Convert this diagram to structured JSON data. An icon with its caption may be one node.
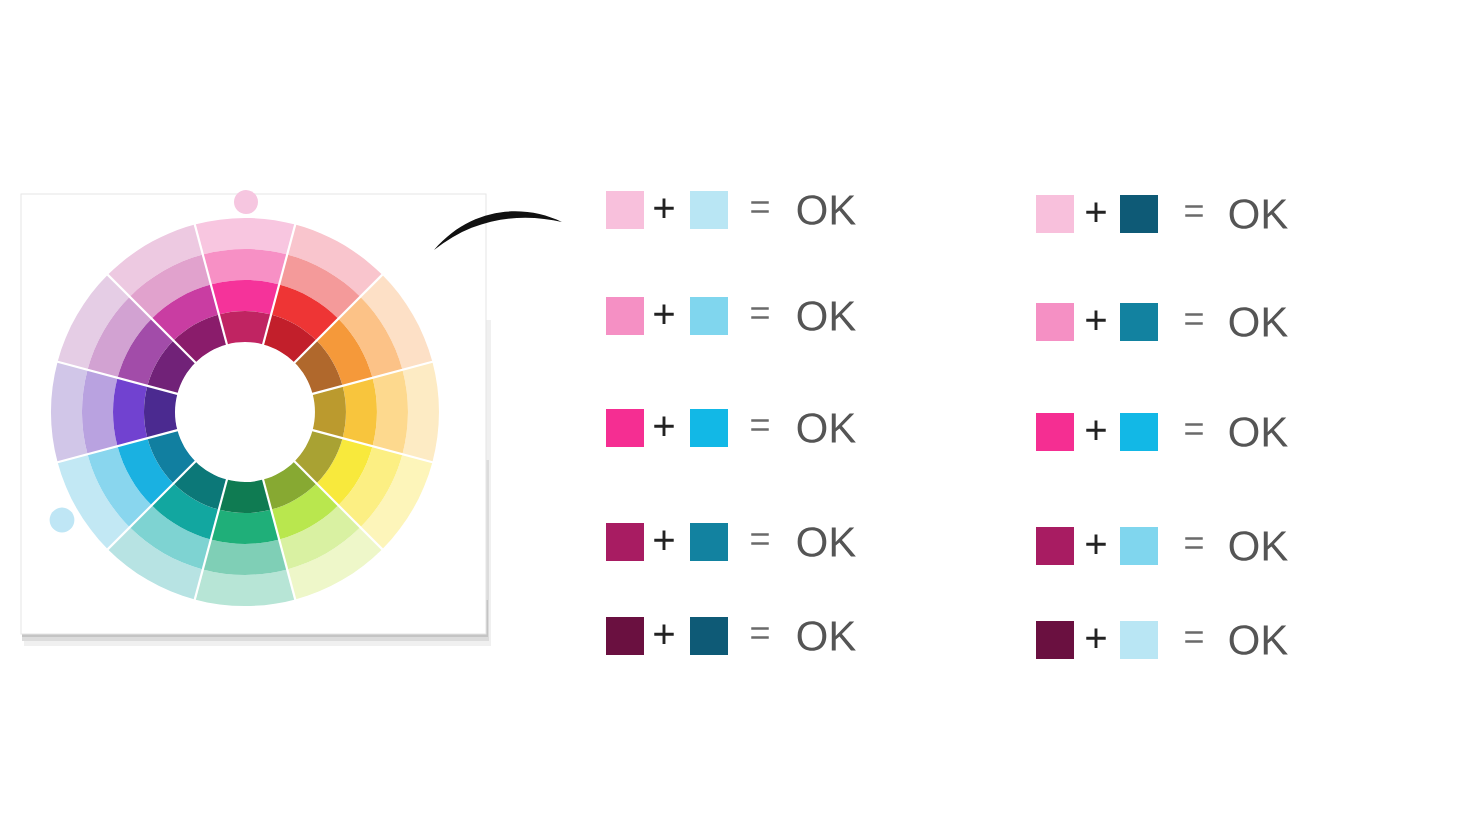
{
  "diagram": {
    "labels": [
      "+",
      "=",
      "OK",
      "+",
      "=",
      "OK",
      "+",
      "=",
      "OK",
      "+",
      "=",
      "OK",
      "+",
      "=",
      "OK",
      "+",
      "=",
      "OK",
      "+",
      "=",
      "OK",
      "+",
      "=",
      "OK",
      "+",
      "=",
      "OK",
      "+",
      "=",
      "OK"
    ]
  }
}
